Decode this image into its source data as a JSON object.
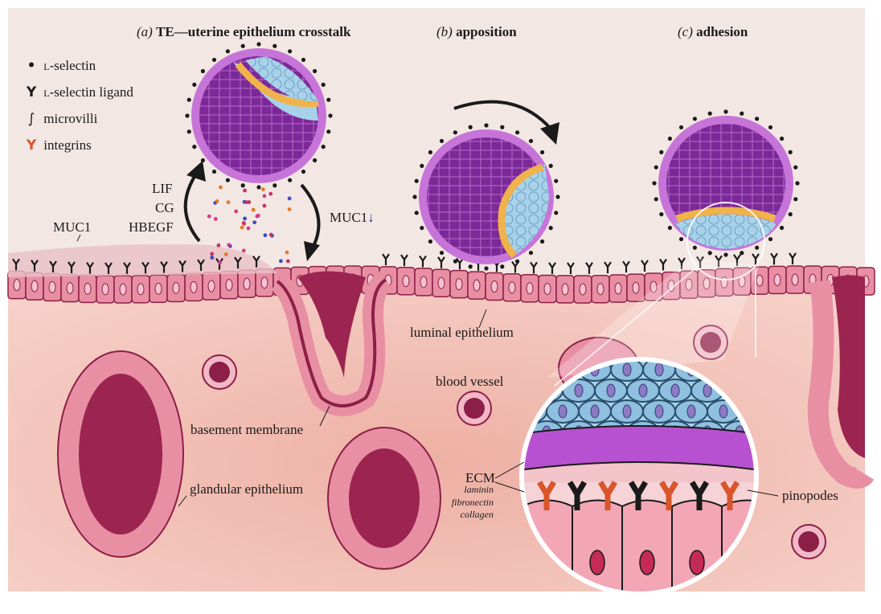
{
  "panels": {
    "a_letter": "(a)",
    "a_name": "TE—uterine epithelium crosstalk",
    "b_letter": "(b)",
    "b_name": "apposition",
    "c_letter": "(c)",
    "c_name": "adhesion"
  },
  "legend": [
    {
      "icon": "dot-icon",
      "prefix": "l",
      "text": "-selectin"
    },
    {
      "icon": "y-ligand-icon",
      "prefix": "l",
      "text": "-selectin ligand"
    },
    {
      "icon": "microvilli-icon",
      "prefix": "",
      "text": "microvilli"
    },
    {
      "icon": "integrin-icon",
      "prefix": "",
      "text": "integrins"
    }
  ],
  "labels": {
    "lif": "LIF",
    "cg": "CG",
    "hbegf": "HBEGF",
    "muc1_right": "MUC1",
    "muc1_arrow": "↓",
    "muc1_left": "MUC1",
    "luminal": "luminal epithelium",
    "blood_vessel": "blood vessel",
    "basement": "basement membrane",
    "glandular": "glandular epithelium",
    "ecm": "ECM",
    "ecm_sub": [
      "laminin",
      "fibronectin",
      "collagen"
    ],
    "pinopodes": "pinopodes"
  },
  "colors": {
    "background": "#f2e6e3",
    "stroma": "#eeb3a8",
    "stroma_light": "#f7d2ca",
    "epithelium": "#e88fa4",
    "epithelium_dark": "#8c1f47",
    "lumen": "#9c2450",
    "trophectoderm": "#9d3fb8",
    "icm_blue": "#9fcbe3",
    "hypoblast": "#f0b24a",
    "integrin": "#d9552a"
  }
}
